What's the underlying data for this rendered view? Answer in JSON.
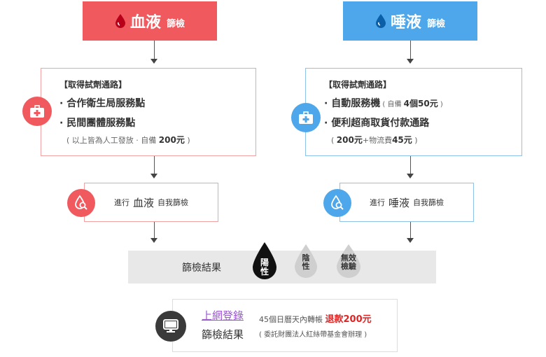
{
  "blood": {
    "header_big": "血液",
    "header_small": "篩檢",
    "channel_title": "【取得試劑通路】",
    "channel_items": [
      "· 合作衛生局服務點",
      "· 民間團體服務點"
    ],
    "note_prefix": "( 以上皆為人工發放 · 自備 ",
    "note_amount": "200元",
    "note_suffix": " )",
    "screen_prefix": "進行",
    "screen_big": "血液",
    "screen_suffix": "自我篩檢"
  },
  "saliva": {
    "header_big": "唾液",
    "header_small": "篩檢",
    "channel_title": "【取得試劑通路】",
    "item1": "· 自動服務機",
    "item1_note_pre": " ( 自備 ",
    "item1_note_amount": "4個50元",
    "item1_note_post": " )",
    "item2": "· 便利超商取貨付款通路",
    "note_pre": "( ",
    "note_amount1": "200元",
    "note_mid": "+物流費",
    "note_amount2": "45元",
    "note_post": " )",
    "screen_prefix": "進行",
    "screen_big": "唾液",
    "screen_suffix": "自我篩檢"
  },
  "results": {
    "label": "篩檢結果",
    "positive": [
      "陽",
      "性"
    ],
    "negative": [
      "陰",
      "性"
    ],
    "invalid": [
      "無效",
      "檢驗"
    ]
  },
  "bottom": {
    "link": "上網登錄",
    "label": "篩檢結果",
    "refund_pre": "45個日曆天內轉帳 ",
    "refund_highlight": "退款200元",
    "entrust": "( 委託財團法人紅絲帶基金會辦理 )"
  },
  "colors": {
    "red": "#f05a5f",
    "blue": "#4da7ea",
    "dark": "#3a3a3a",
    "purple": "#9b59d0",
    "band": "#e8e8e8"
  },
  "icons": [
    "blood-drop-icon",
    "saliva-drop-icon",
    "medical-kit-icon",
    "drop-magnifier-icon",
    "monitor-icon"
  ]
}
